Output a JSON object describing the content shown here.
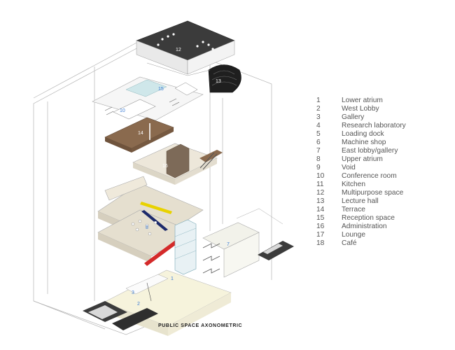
{
  "diagram": {
    "caption": "PUBLIC SPACE AXONOMETRIC",
    "space_labels": [
      {
        "id": "1",
        "color": "#3a7bd5"
      },
      {
        "id": "2",
        "color": "#3a7bd5"
      },
      {
        "id": "3",
        "color": "#3a7bd5"
      },
      {
        "id": "7",
        "color": "#3a7bd5"
      },
      {
        "id": "8",
        "color": "#3a7bd5"
      },
      {
        "id": "10",
        "color": "#3a7bd5"
      },
      {
        "id": "12",
        "color": "#ffffff"
      },
      {
        "id": "13",
        "color": "#ffffff"
      },
      {
        "id": "14",
        "color": "#ffffff"
      },
      {
        "id": "15",
        "color": "#3a7bd5"
      },
      {
        "id": "16",
        "color": "#ffffff"
      }
    ]
  },
  "legend": [
    {
      "num": "1",
      "label": "Lower atrium"
    },
    {
      "num": "2",
      "label": "West Lobby"
    },
    {
      "num": "3",
      "label": "Gallery"
    },
    {
      "num": "4",
      "label": "Research laboratory"
    },
    {
      "num": "5",
      "label": "Loading dock"
    },
    {
      "num": "6",
      "label": "Machine shop"
    },
    {
      "num": "7",
      "label": "East lobby/gallery"
    },
    {
      "num": "8",
      "label": "Upper atrium"
    },
    {
      "num": "9",
      "label": "Void"
    },
    {
      "num": "10",
      "label": "Conference room"
    },
    {
      "num": "11",
      "label": "Kitchen"
    },
    {
      "num": "12",
      "label": "Multipurpose space"
    },
    {
      "num": "13",
      "label": "Lecture hall"
    },
    {
      "num": "14",
      "label": "Terrace"
    },
    {
      "num": "15",
      "label": "Reception space"
    },
    {
      "num": "16",
      "label": "Administration"
    },
    {
      "num": "17",
      "label": "Lounge"
    },
    {
      "num": "18",
      "label": "Café"
    }
  ],
  "colors": {
    "accent_blue": "#3a7bd5",
    "terrace_brown": "#8a6a4e",
    "dark_floor": "#3b3b3b",
    "stair_yellow": "#e8d200",
    "stair_red": "#d42a2a",
    "stair_navy": "#1d2a6b",
    "floor_beige": "#dcd6c6"
  }
}
